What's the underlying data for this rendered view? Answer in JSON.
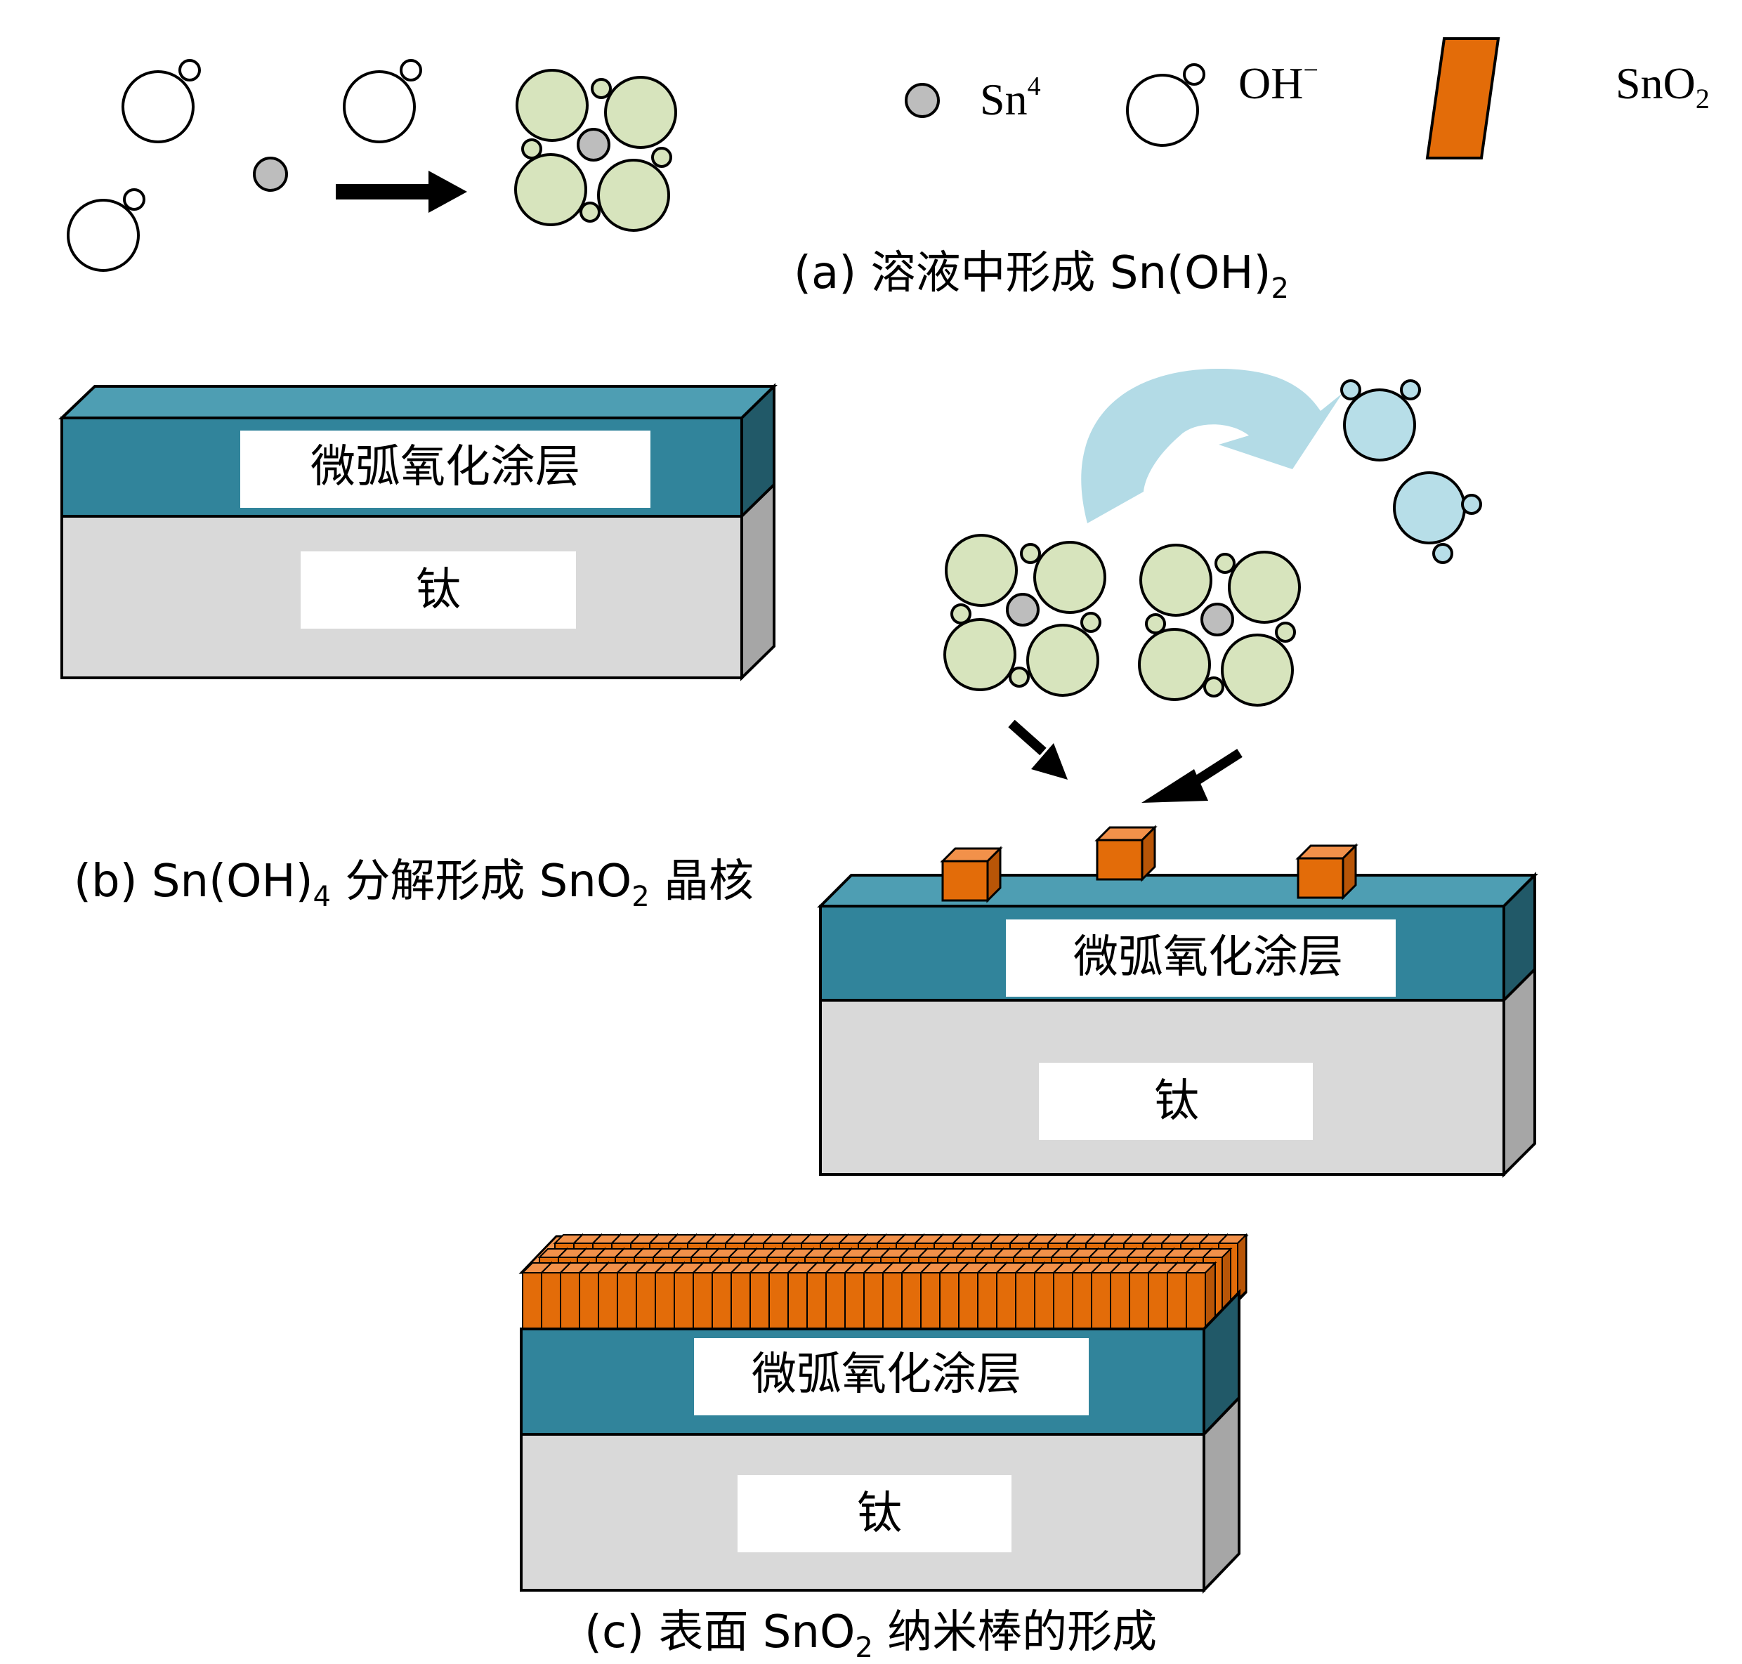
{
  "legend": {
    "sn_label": "Sn",
    "sn_sup": "4",
    "oh_label": "OH",
    "oh_sup": "−",
    "sno2_label": "SnO",
    "sno2_sub": "2"
  },
  "captions": {
    "a": {
      "prefix": "(a) 溶液中形成 Sn(OH)",
      "sub": "2",
      "suffix": ""
    },
    "b": {
      "prefix": "(b) Sn(OH)",
      "sub": "4",
      "mid": " 分解形成 SnO",
      "sub2": "2",
      "suffix": " 晶核"
    },
    "c": {
      "prefix": "(c) 表面 SnO",
      "sub": "2",
      "suffix": " 纳米棒的形成"
    }
  },
  "layers": {
    "coating_label": "微弧氧化涂层",
    "substrate_label": "钛"
  },
  "colors": {
    "sn_ion": "#bdbdbd",
    "cluster_fill": "#d7e4bd",
    "water_fill": "#b7dee8",
    "curved_arrow": "#b3dbe6",
    "coating_front": "#31849b",
    "coating_top": "#4e9eb3",
    "coating_side": "#215968",
    "substrate_front": "#d9d9d9",
    "substrate_side": "#a6a6a6",
    "sno2": "#e36c09",
    "sno2_top": "#f2914a",
    "sno2_side": "#b85507"
  }
}
